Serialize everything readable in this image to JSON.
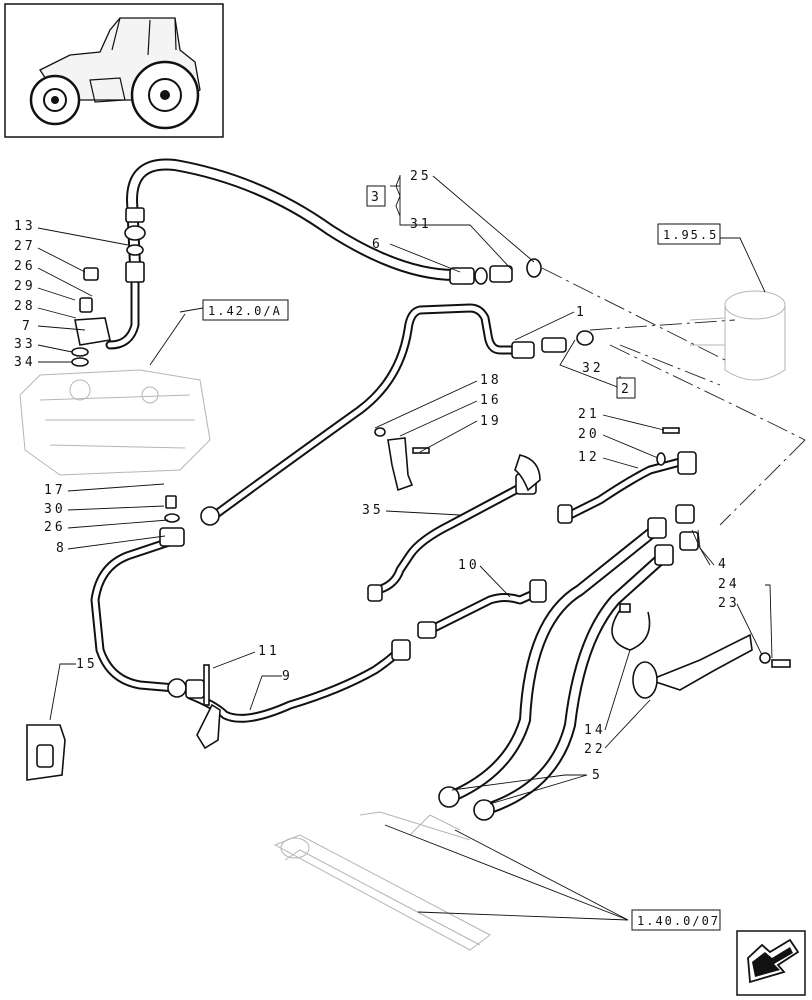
{
  "callouts": [
    "13",
    "27",
    "26",
    "29",
    "28",
    "7",
    "33",
    "34",
    "6",
    "25",
    "31",
    "3",
    "1",
    "32",
    "2",
    "18",
    "16",
    "19",
    "21",
    "20",
    "12",
    "17",
    "30",
    "26",
    "8",
    "35",
    "10",
    "4",
    "24",
    "23",
    "11",
    "9",
    "15",
    "14",
    "22",
    "5"
  ],
  "refs": {
    "group_a": "1.42.0/A",
    "group_b": "1.95.5",
    "group_c": "1.40.0/07"
  },
  "icons": [
    "tractor-thumbnail",
    "next-page-arrow-icon"
  ]
}
